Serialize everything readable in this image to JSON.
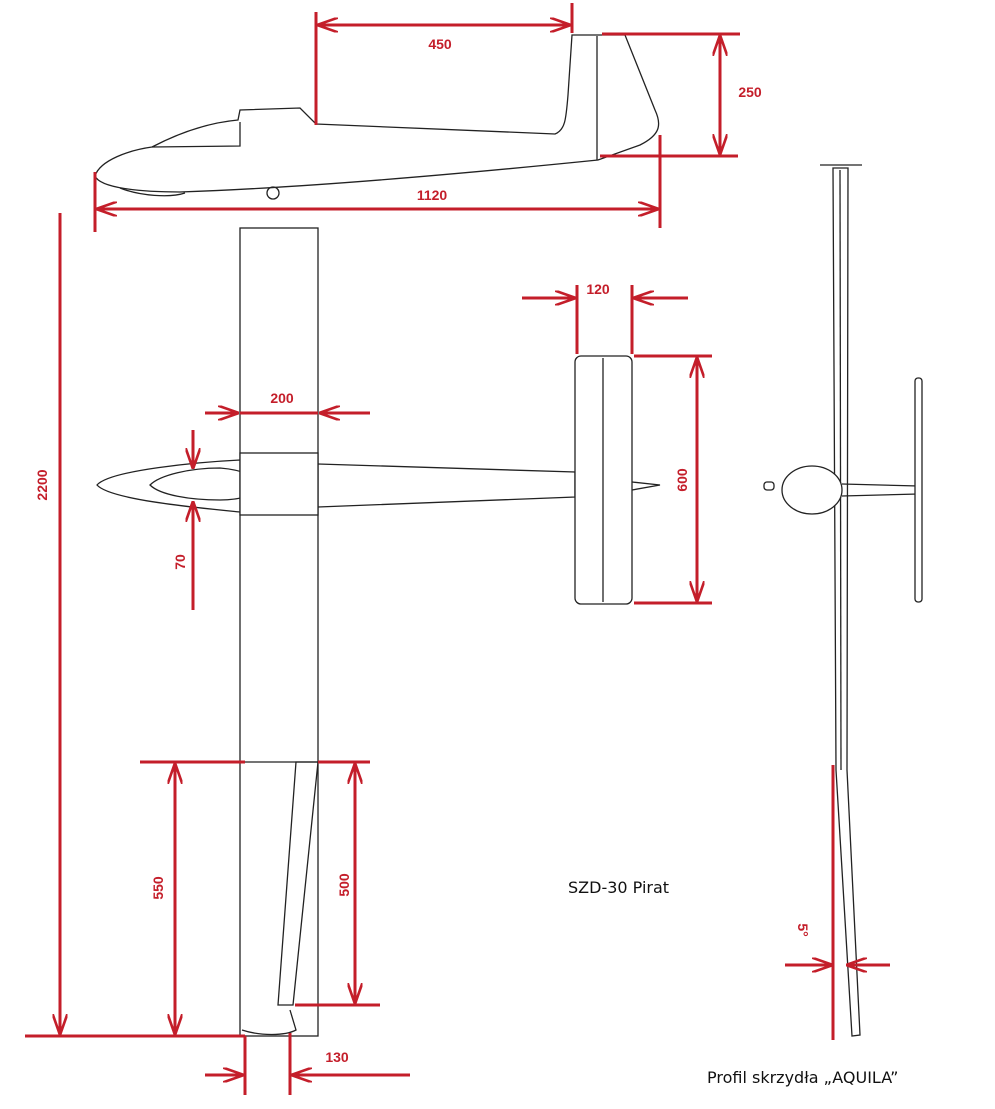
{
  "title": "SZD-30 Pirat",
  "profile_caption": "Profil skrzydła „AQUILA”",
  "accent_color": "#c41e2a",
  "dimensions": {
    "tail_arm": "450",
    "fin_height": "250",
    "fuselage_length": "1120",
    "half_span": "2200",
    "root_chord": "200",
    "fuselage_width": "70",
    "stab_chord": "120",
    "stab_span": "600",
    "wingtip_section": "550",
    "aileron_length": "500",
    "tip_chord": "130",
    "dihedral": "5°"
  }
}
